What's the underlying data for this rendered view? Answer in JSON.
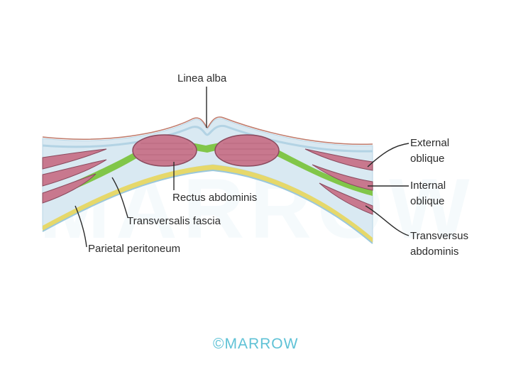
{
  "labels": {
    "linea_alba": "Linea alba",
    "rectus_abdominis": "Rectus abdominis",
    "transversalis_fascia": "Transversalis fascia",
    "parietal_peritoneum": "Parietal peritoneum",
    "external_oblique_1": "External",
    "external_oblique_2": "oblique",
    "internal_oblique_1": "Internal",
    "internal_oblique_2": "oblique",
    "transversus_1": "Transversus",
    "transversus_2": "abdominis"
  },
  "watermark": "©MARROW",
  "background_watermark": "MARROW",
  "colors": {
    "skin_line": "#c07a6a",
    "fascia_blue": "#cfe3ee",
    "fascia_blue_dark": "#a9cde0",
    "muscle": "#c8788e",
    "muscle_dark": "#8a4a5e",
    "green_layer": "#7cc43f",
    "yellow_layer": "#e6d86a",
    "brand": "#5fc2d6"
  }
}
